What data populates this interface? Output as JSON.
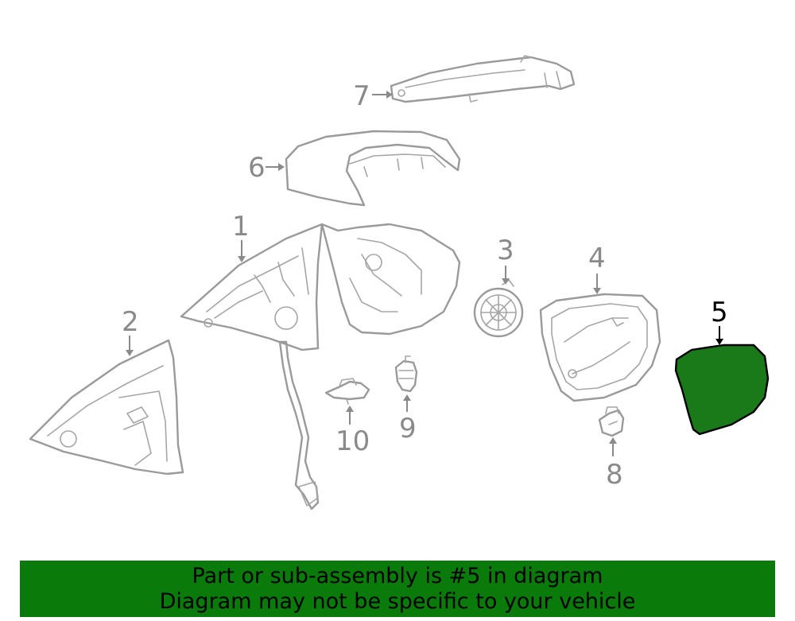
{
  "diagram": {
    "callouts": [
      {
        "id": "1",
        "label": "1"
      },
      {
        "id": "2",
        "label": "2"
      },
      {
        "id": "3",
        "label": "3"
      },
      {
        "id": "4",
        "label": "4"
      },
      {
        "id": "5",
        "label": "5"
      },
      {
        "id": "6",
        "label": "6"
      },
      {
        "id": "7",
        "label": "7"
      },
      {
        "id": "8",
        "label": "8"
      },
      {
        "id": "9",
        "label": "9"
      },
      {
        "id": "10",
        "label": "10"
      }
    ],
    "highlighted_part": "5",
    "colors": {
      "highlight_fill": "#1a7a1a",
      "line_art": "#9a9a9a",
      "banner_bg": "#0a7a0a"
    }
  },
  "banner": {
    "line1": "Part or sub-assembly is #5 in diagram",
    "line2": "Diagram may not be specific to your vehicle"
  }
}
